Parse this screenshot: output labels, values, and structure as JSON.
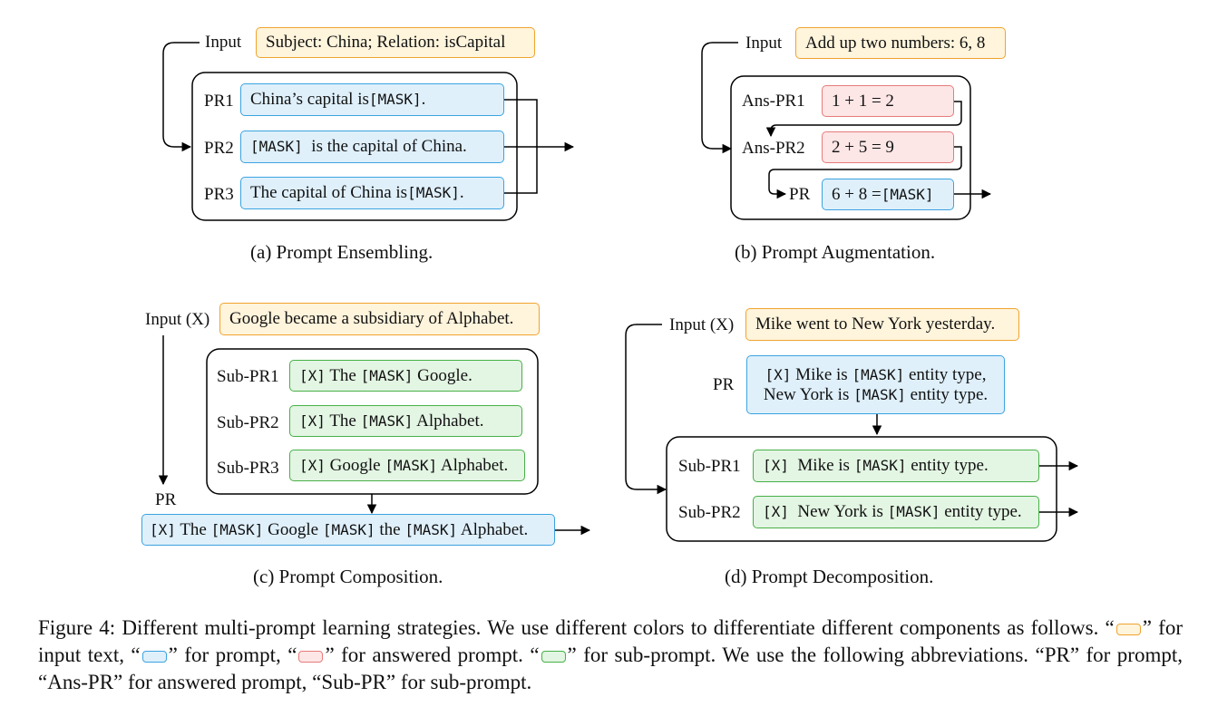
{
  "a": {
    "input_label": "Input",
    "input_text": "Subject: China; Relation: isCapital",
    "rows": [
      {
        "label": "PR1",
        "parts": [
          "China’s capital is ",
          "[MASK]",
          "."
        ]
      },
      {
        "label": "PR2",
        "parts": [
          "",
          "[MASK]",
          "  is the capital of China."
        ]
      },
      {
        "label": "PR3",
        "parts": [
          "The capital of China is ",
          "[MASK]",
          "."
        ]
      }
    ],
    "caption": "(a) Prompt Ensembling."
  },
  "b": {
    "input_label": "Input",
    "input_text": "Add up two numbers: 6, 8",
    "ans1_label": "Ans-PR1",
    "ans1_text": "1 + 1 = 2",
    "ans2_label": "Ans-PR2",
    "ans2_text": "2 + 5 = 9",
    "pr_label": "PR",
    "pr_parts": [
      "6 + 8 = ",
      "[MASK]",
      ""
    ],
    "caption": "(b) Prompt Augmentation."
  },
  "c": {
    "input_label": "Input (X)",
    "input_text": "Google became a subsidiary of Alphabet.",
    "subs": [
      {
        "label": "Sub-PR1",
        "parts": [
          "[X]",
          " The ",
          "[MASK]",
          " Google."
        ]
      },
      {
        "label": "Sub-PR2",
        "parts": [
          "[X]",
          " The ",
          "[MASK]",
          " Alphabet."
        ]
      },
      {
        "label": "Sub-PR3",
        "parts": [
          "[X]",
          " Google ",
          "[MASK]",
          " Alphabet."
        ]
      }
    ],
    "pr_label": "PR",
    "pr_parts": [
      "[X]",
      " The ",
      "[MASK]",
      " Google ",
      "[MASK]",
      " the ",
      "[MASK]",
      " Alphabet."
    ],
    "caption": "(c) Prompt Composition."
  },
  "d": {
    "input_label": "Input (X)",
    "input_text": "Mike went to New York yesterday.",
    "pr_label": "PR",
    "pr_line1": [
      "[X]",
      " Mike is ",
      "[MASK]",
      " entity type,"
    ],
    "pr_line2": [
      "New York is ",
      "[MASK]",
      " entity type."
    ],
    "subs": [
      {
        "label": "Sub-PR1",
        "parts": [
          "[X]",
          "  Mike is ",
          "[MASK]",
          " entity type."
        ]
      },
      {
        "label": "Sub-PR2",
        "parts": [
          "[X]",
          "  New York is ",
          "[MASK]",
          " entity type."
        ]
      }
    ],
    "caption": "(d) Prompt Decomposition."
  },
  "figure_caption": {
    "p1": "Figure 4: Different multi-prompt learning strategies. We use different colors to differentiate different components as follows. “",
    "p2": "” for input text, “",
    "p3": "” for prompt, “",
    "p4": "” for answered prompt. “",
    "p5": "” for sub-prompt. We use the following abbreviations. “PR” for prompt, “Ans-PR” for answered prompt, “Sub-PR” for sub-prompt."
  },
  "colors": {
    "input_fill": "#fff4dc",
    "input_border": "#f0a42e",
    "prompt_fill": "#dff0fb",
    "prompt_border": "#3ba3e0",
    "answered_fill": "#fde6e6",
    "answered_border": "#e77b7b",
    "sub_fill": "#e3f5e3",
    "sub_border": "#47b047"
  }
}
